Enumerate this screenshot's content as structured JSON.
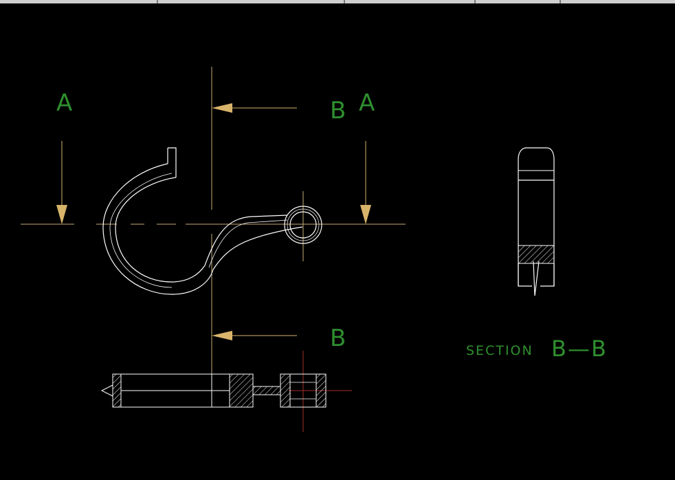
{
  "drawing": {
    "labels": {
      "section_a_left": "A",
      "section_a_right": "A",
      "section_b_top": "B",
      "section_b_bottom": "B",
      "section_title_word": "SECTION",
      "section_title_id": "B—B"
    },
    "colors": {
      "background": "#000000",
      "object": "#ffffff",
      "centerline": "#c8ac78",
      "arrow": "#d8b46a",
      "text": "#2f8f2f",
      "hatch": "#ffffff",
      "crosshair": "#a0302a"
    }
  }
}
